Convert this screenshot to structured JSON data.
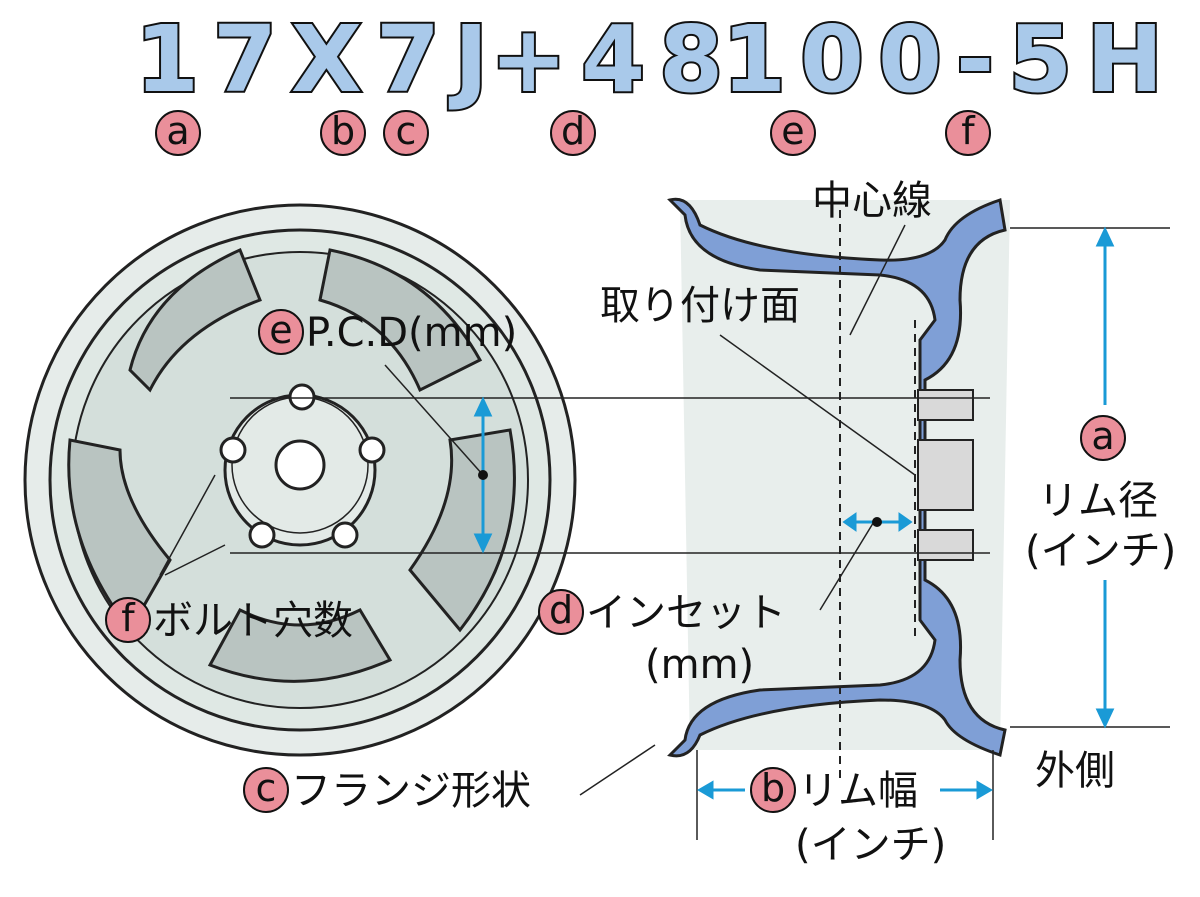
{
  "spec": {
    "size": "17X7J",
    "offset": "+48",
    "pcd": "100-5H"
  },
  "markers": {
    "a": "a",
    "b": "b",
    "c": "c",
    "d": "d",
    "e": "e",
    "f": "f"
  },
  "labels": {
    "center_line": "中心線",
    "mounting_face": "取り付け面",
    "pcd": "P.C.D(mm)",
    "rim_diameter": "リム径",
    "rim_diameter_unit": "(インチ)",
    "bolt_holes": "ボルト穴数",
    "inset": "インセット",
    "inset_unit": "(mm)",
    "flange": "フランジ形状",
    "rim_width": "リム幅",
    "rim_width_unit": "(インチ)",
    "outside": "外側"
  },
  "colors": {
    "spec_fill": "#a9c9ea",
    "marker": "#ea8f9a",
    "rim_section": "#7f9fd6",
    "arrow": "#1a9ad6",
    "wheel": "#dfe8e4"
  }
}
